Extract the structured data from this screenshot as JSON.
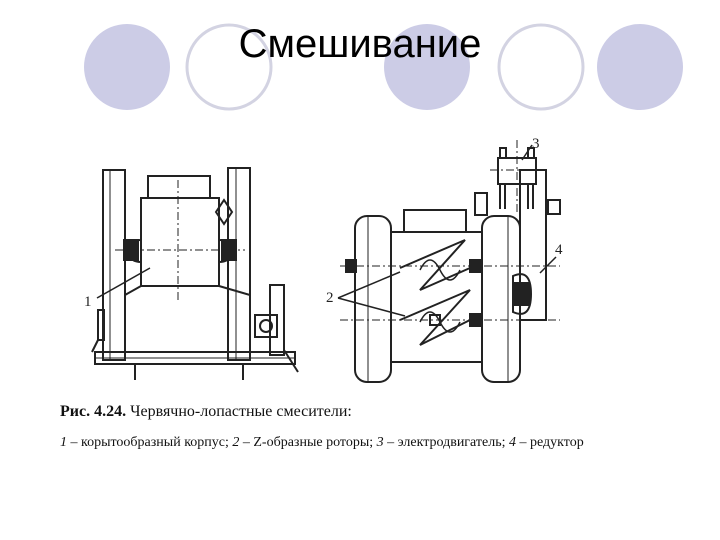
{
  "slide": {
    "title": "Смешивание",
    "circle_fill": "#cccce6",
    "circle_outline": "#cfcfe0"
  },
  "figure": {
    "label_1": "1",
    "label_2": "2",
    "label_3": "3",
    "label_4": "4",
    "caption_prefix": "Рис. 4.24.",
    "caption_title": "Червячно-лопастные смесители:",
    "legend": [
      {
        "num": "1",
        "text": " – корытообразный корпус; "
      },
      {
        "num": "2",
        "text": " – Z-образные роторы; "
      },
      {
        "num": "3",
        "text": " – электродвигатель; "
      },
      {
        "num": "4",
        "text": " – редуктор"
      }
    ]
  }
}
